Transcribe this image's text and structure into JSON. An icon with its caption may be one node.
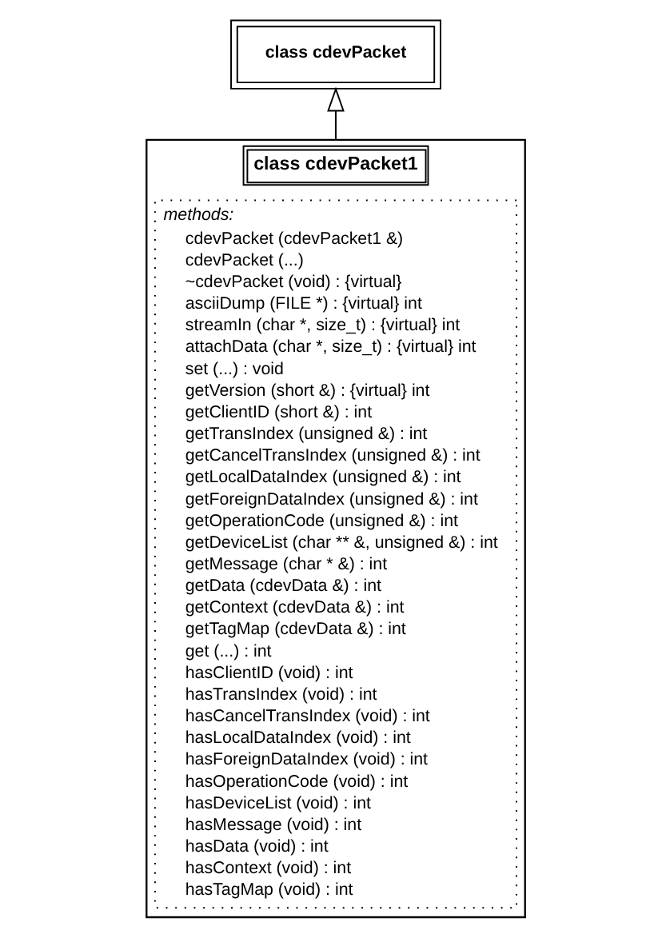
{
  "diagram": {
    "nodes": [
      {
        "text": [
          "class cdevPacket"
        ]
      },
      {
        "text": [
          "class cdevPacket1"
        ]
      },
      {
        "text": [
          "methods:",
          "cdevPacket (cdevPacket1 &)",
          "cdevPacket (...)",
          "~cdevPacket (void) : {virtual}",
          "asciiDump (FILE *) : {virtual} int",
          "streamIn (char *, size_t) : {virtual} int",
          "attachData (char *, size_t) : {virtual} int",
          "set (...) : void",
          "getVersion (short &) : {virtual} int",
          "getClientID (short &) : int",
          "getTransIndex (unsigned &) : int",
          "getCancelTransIndex (unsigned &) : int",
          "getLocalDataIndex (unsigned &) : int",
          "getForeignDataIndex (unsigned &) : int",
          "getOperationCode (unsigned &) : int",
          "getDeviceList (char ** &, unsigned &) : int",
          "getMessage (char * &) : int",
          "getData (cdevData &) : int",
          "getContext (cdevData &) : int",
          "getTagMap (cdevData &) : int",
          "get (...) : int",
          "hasClientID (void) : int",
          "hasTransIndex (void) : int",
          "hasCancelTransIndex (void) : int",
          "hasLocalDataIndex (void) : int",
          "hasForeignDataIndex (void) : int",
          "hasOperationCode (void) : int",
          "hasDeviceList (void) : int",
          "hasMessage (void) : int",
          "hasData (void) : int",
          "hasContext (void) : int",
          "hasTagMap (void) : int"
        ],
        "in": 1
      }
    ],
    "edges": [
      {
        "from": 1,
        "to": 0,
        "arrow": "to"
      }
    ]
  }
}
